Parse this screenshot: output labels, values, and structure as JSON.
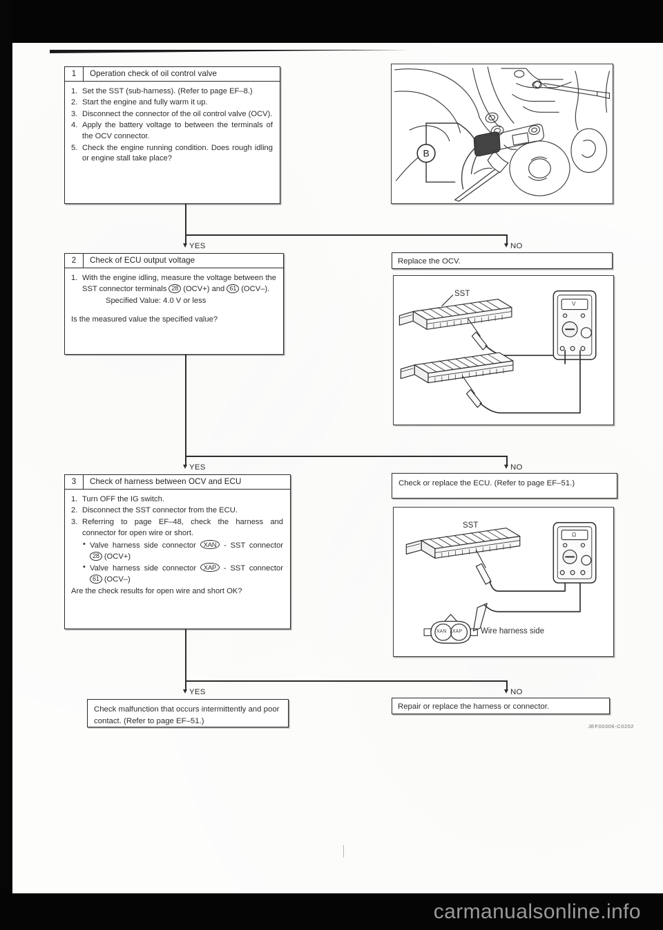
{
  "document": {
    "figure_code": "JEF00306-C0202",
    "watermark": "carmanualsonline.info"
  },
  "flow": {
    "labels": {
      "yes": "YES",
      "no": "NO"
    },
    "steps": [
      {
        "number": "1",
        "title": "Operation check of oil control valve",
        "items": [
          {
            "num": "1.",
            "text": "Set the SST (sub-harness). (Refer to page EF–8.)"
          },
          {
            "num": "2.",
            "text": "Start the engine and fully warm it up."
          },
          {
            "num": "3.",
            "text": "Disconnect the connector of the oil control valve (OCV)."
          },
          {
            "num": "4.",
            "text": "Apply the battery voltage to between the terminals of the OCV connector."
          },
          {
            "num": "5.",
            "text": "Check the engine running condition. Does rough idling or engine stall take place?"
          }
        ]
      },
      {
        "number": "2",
        "title": "Check of ECU output voltage",
        "item_lead": "1.",
        "item_text_a": "With the engine idling, measure the voltage between the SST connector terminals",
        "terminal_a": "28",
        "mid_a": "(OCV+) and",
        "terminal_b": "61",
        "mid_b": "(OCV–).",
        "spec": "Specified Value:  4.0 V or less",
        "question": "Is the measured value the specified value?"
      },
      {
        "number": "3",
        "title": "Check of harness between OCV and ECU",
        "items": [
          {
            "num": "1.",
            "text": "Turn OFF the IG switch."
          },
          {
            "num": "2.",
            "text": "Disconnect the SST connector from the ECU."
          },
          {
            "num": "3.",
            "text": "Referring to page EF–48, check the harness and connector for open wire or short."
          }
        ],
        "subs": [
          {
            "pre": "Valve harness side connector",
            "conn": "XAN",
            "mid": "- SST connector",
            "term": "28",
            "post": "(OCV+)"
          },
          {
            "pre": "Valve harness side connector",
            "conn": "XAP",
            "mid": "- SST connector",
            "term": "61",
            "post": "(OCV–)"
          }
        ],
        "question": "Are the check results for open wire and short OK?"
      }
    ],
    "results": {
      "replace_ocv": "Replace the OCV.",
      "check_ecu": "Check or replace the ECU. (Refer to page EF–51.)",
      "repair_harness": "Repair or replace the harness or connector.",
      "intermittent": "Check malfunction that occurs intermittently and poor contact. (Refer to page EF–51.)"
    }
  },
  "illustrations": {
    "engine": {
      "callout": "B"
    },
    "sst_voltage": {
      "label": "SST",
      "meter_display": "V"
    },
    "sst_harness": {
      "label": "SST",
      "meter_display": "Ω",
      "harness_label": "Wire harness side",
      "pin_left": "XAN",
      "pin_right": "XAP"
    }
  }
}
